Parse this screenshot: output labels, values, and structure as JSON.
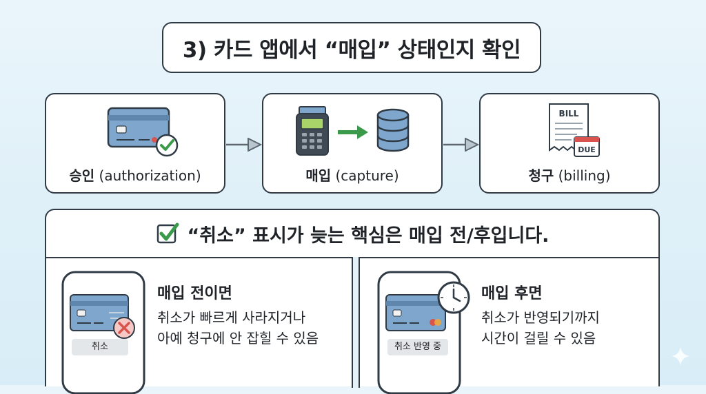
{
  "title": "3) 카드 앱에서 “매입” 상태인지 확인",
  "steps": [
    {
      "label_ko": "승인",
      "label_en": "(authorization)",
      "icon": "card-check-icon"
    },
    {
      "label_ko": "매입",
      "label_en": "(capture)",
      "icon": "terminal-to-database-icon"
    },
    {
      "label_ko": "청구",
      "label_en": "(billing)",
      "icon": "bill-due-icon",
      "bill_text": "BILL",
      "due_text": "DUE"
    }
  ],
  "headline": "“취소” 표시가 늦는 핵심은 매입 전/후입니다.",
  "cases": [
    {
      "title": "매입 전이면",
      "lines": [
        "취소가 빠르게 사라지거나",
        "아예 청구에 안 잡힐 수 있음"
      ],
      "phone_label": "취소"
    },
    {
      "title": "매입 후면",
      "lines": [
        "취소가 반영되기까지",
        "시간이 걸릴 수 있음"
      ],
      "phone_label": "취소 반영 중"
    }
  ],
  "colors": {
    "accent_green": "#3a9a4a",
    "card_blue": "#7fa6cc",
    "outline": "#2f3a44",
    "error_red": "#d9534f"
  }
}
